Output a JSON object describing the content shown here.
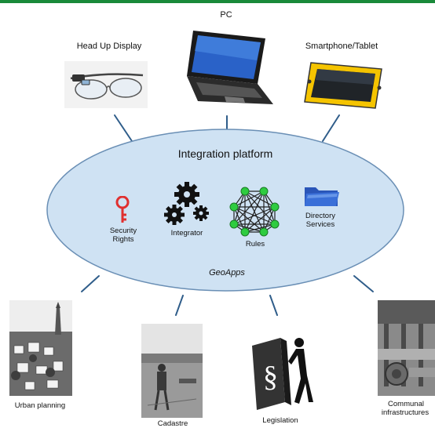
{
  "devices": {
    "hud": "Head Up Display",
    "pc": "PC",
    "tablet": "Smartphone/Tablet"
  },
  "platform": {
    "title": "Integration platform",
    "security": [
      "Security",
      "Rights"
    ],
    "integrator": "Integrator",
    "rules": "Rules",
    "directory": [
      "Directory",
      "Services"
    ],
    "geoapps": "GeoApps"
  },
  "applications": {
    "urban": "Urban planning",
    "cadastre": "Cadastre",
    "legislation": "Legislation",
    "communal": [
      "Communal",
      "infrastructures"
    ]
  },
  "colors": {
    "topbar": "#1a8a3a",
    "ellipse_fill": "#cfe2f3",
    "ellipse_stroke": "#6a8fb5",
    "connector": "#2f5d8a",
    "rules_node": "#2ecc40",
    "key": "#e03030",
    "folder": "#3a6fd8"
  }
}
